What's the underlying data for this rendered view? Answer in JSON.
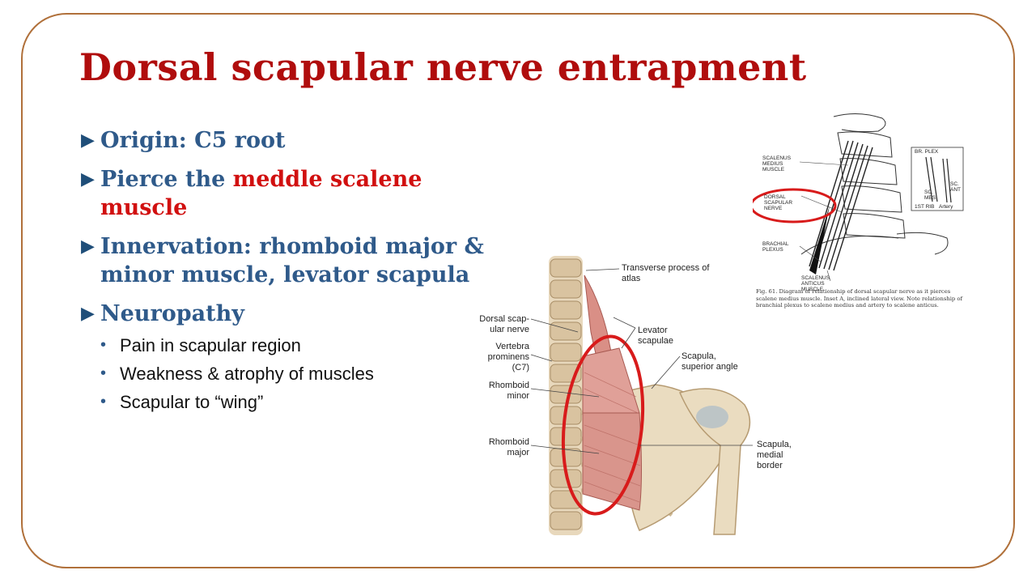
{
  "title": "Dorsal scapular nerve entrapment",
  "bullets": {
    "origin": "Origin: C5 root",
    "pierce_prefix": "Pierce the ",
    "pierce_highlight": "meddle scalene muscle",
    "innervation": "Innervation: rhomboid major & minor muscle, levator scapula",
    "neuropathy": "Neuropathy",
    "neuropathy_items": [
      "Pain in scapular region",
      "Weakness & atrophy of muscles",
      "Scapular to “wing”"
    ]
  },
  "figure_anatomy": {
    "labels": {
      "transverse": "Transverse process of atlas",
      "dorsal_nerve": "Dorsal scap-ular nerve",
      "vertebra": "Vertebra prominens (C7)",
      "rhomboid_minor": "Rhomboid minor",
      "rhomboid_major": "Rhomboid major",
      "levator": "Levator scapulae",
      "superior_angle": "Scapula, superior angle",
      "medial_border": "Scapula, medial border"
    }
  },
  "figure_diagram": {
    "labels": {
      "scalenus_medius": "SCALENUS MEDIUS MUSCLE",
      "dorsal_scapular": "DORSAL SCAPULAR NERVE",
      "brachial": "BRACHIAL PLEXUS",
      "scalenus_anticus": "SCALENUS ANTICUS MUSCLE",
      "inset_plex": "BR. PLEX",
      "inset_mes": "SC. MES",
      "inset_ant": "SC. ANT",
      "inset_rib": "1st RIB",
      "inset_artery": "Artery"
    },
    "caption": "Fig. 61. Diagram of relationship of dorsal scapular nerve as it pierces scalene medius muscle. Inset A, inclined lateral view. Note relationship of branchial plexus to scalene medius and artery to scalene anticus."
  },
  "colors": {
    "title": "#b00d0d",
    "heading": "#2f5a8a",
    "highlight": "#d11010",
    "frame": "#b0703a",
    "circle": "#d81b1b"
  }
}
